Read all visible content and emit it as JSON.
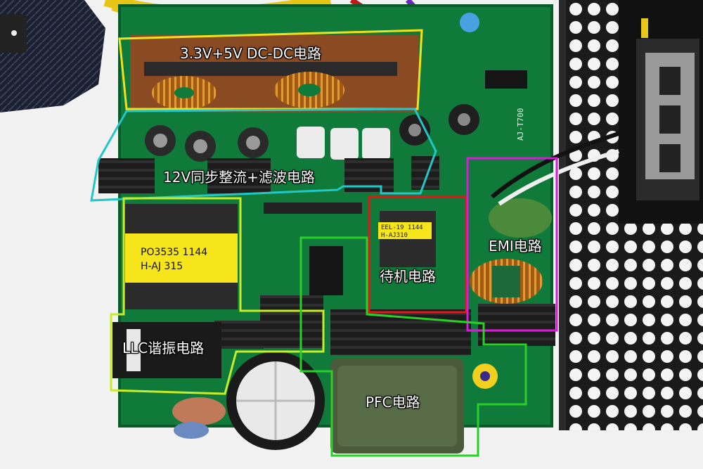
{
  "labels": {
    "dcdc": "3.3V+5V DC-DC电路",
    "sync_rect": "12V同步整流+滤波电路",
    "emi": "EMI电路",
    "standby": "待机电路",
    "llc": "LLC谐振电路",
    "pfc": "PFC电路"
  },
  "markings": {
    "transformer_line1": "PO3535 1144",
    "transformer_line2": "H-AJ 315",
    "standby_transformer_line1": "EEL-19 1144",
    "standby_transformer_line2": "H-AJ310",
    "board_model": "AJ-T700"
  },
  "colors": {
    "dcdc_box": "#f2e01c",
    "sync_rect_box": "#22c7c7",
    "llc_box": "#c8ec2a",
    "standby_box": "#e01818",
    "emi_box": "#d81ad8",
    "pfc_box": "#28d028",
    "pcb": "#0f7a3a"
  }
}
